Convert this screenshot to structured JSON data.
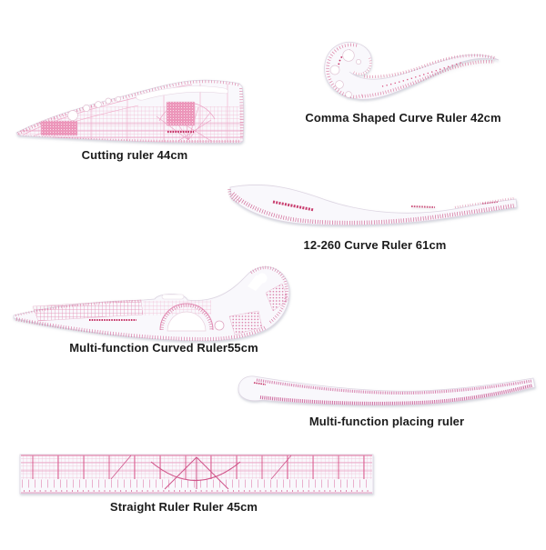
{
  "page": {
    "background": "#ffffff",
    "type": "product-photo-collage"
  },
  "colors": {
    "ruler_body": "#f9f8fc",
    "ruler_edge": "#ddd5e2",
    "marking_light_pink": "#f0b6d0",
    "marking_pink": "#e287b0",
    "marking_strong_pink": "#d0548a",
    "marking_red": "#c3295f",
    "label_text": "#1b1b1b"
  },
  "products": [
    {
      "id": "cutting-ruler",
      "label": "Cutting ruler 44cm"
    },
    {
      "id": "comma-curve-ruler",
      "label": "Comma Shaped Curve Ruler 42cm"
    },
    {
      "id": "curve-ruler-12-260",
      "label": "12-260 Curve Ruler 61cm"
    },
    {
      "id": "multifunction-curved-ruler",
      "label": "Multi-function Curved Ruler55cm"
    },
    {
      "id": "multifunction-placing-ruler",
      "label": "Multi-function placing ruler"
    },
    {
      "id": "straight-ruler",
      "label": "Straight Ruler Ruler 45cm"
    }
  ]
}
